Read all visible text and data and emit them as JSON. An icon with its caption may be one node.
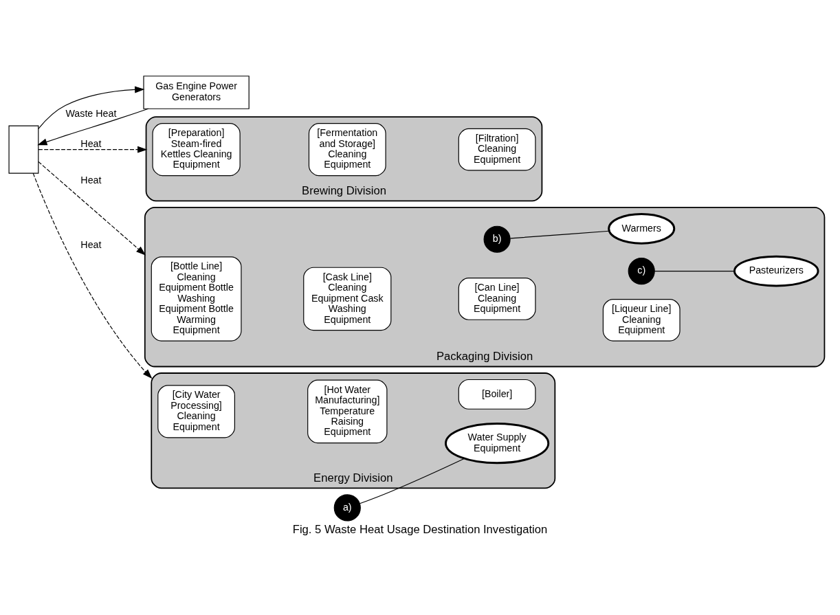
{
  "diagram": {
    "caption": "Fig. 5 Waste Heat Usage Destination Investigation",
    "nodes": [
      {
        "text": [
          "Brewing Division"
        ]
      },
      {
        "text": [
          "[Preparation] Steam-fired Kettles Cleaning Equipment"
        ],
        "in": 0
      },
      {
        "text": [
          "[Fermentation and Storage] Cleaning Equipment"
        ],
        "in": 0
      },
      {
        "text": [
          "[Filtration] Cleaning Equipment"
        ],
        "in": 0
      },
      {
        "text": [
          "Gas Engine Power Generators"
        ]
      },
      {
        "text": [],
        "shape": "box"
      },
      {
        "text": [
          "Packaging Division"
        ]
      },
      {
        "text": [
          "[Bottle Line] Cleaning Equipment Bottle Washing Equipment Bottle Warming Equipment"
        ],
        "in": 6
      },
      {
        "text": [
          "[Cask Line] Cleaning Equipment Cask Washing Equipment"
        ],
        "in": 6
      },
      {
        "text": [
          "[Can Line] Cleaning Equipment"
        ],
        "in": 6
      },
      {
        "text": [
          "[Liqueur Line] Cleaning Equipment"
        ],
        "in": 6
      },
      {
        "text": [
          "Warmers"
        ],
        "in": 6
      },
      {
        "text": [
          "Pasteurizers"
        ],
        "in": 6
      },
      {
        "text": [
          "b)"
        ],
        "in": 6
      },
      {
        "text": [
          "c)"
        ],
        "in": 6
      },
      {
        "text": [
          "Energy Division"
        ]
      },
      {
        "text": [
          "[City Water Processing] Cleaning Equipment"
        ],
        "in": 15
      },
      {
        "text": [
          "[Hot Water Manufacturing] Temperature Raising Equipment"
        ],
        "in": 15
      },
      {
        "text": [
          "[Boiler]"
        ],
        "in": 15
      },
      {
        "text": [
          "Water Supply Equipment"
        ],
        "in": 15
      },
      {
        "text": [
          "a)"
        ]
      }
    ],
    "edges": [
      {
        "from": 5,
        "to": 4,
        "arrow": "to"
      },
      {
        "from": 4,
        "to": 5,
        "arrow": "to",
        "label": "Waste Heat"
      },
      {
        "from": 5,
        "to": 0,
        "arrow": "to",
        "style": "dashed",
        "label": "Heat"
      },
      {
        "from": 5,
        "to": 6,
        "arrow": "to",
        "style": "dashed",
        "label": "Heat"
      },
      {
        "from": 5,
        "to": 15,
        "arrow": "to",
        "style": "dashed",
        "label": "Heat"
      },
      {
        "from": 13,
        "to": 11,
        "arrow": "none"
      },
      {
        "from": 14,
        "to": 12,
        "arrow": "none"
      },
      {
        "from": 20,
        "to": 19,
        "arrow": "none"
      }
    ]
  }
}
